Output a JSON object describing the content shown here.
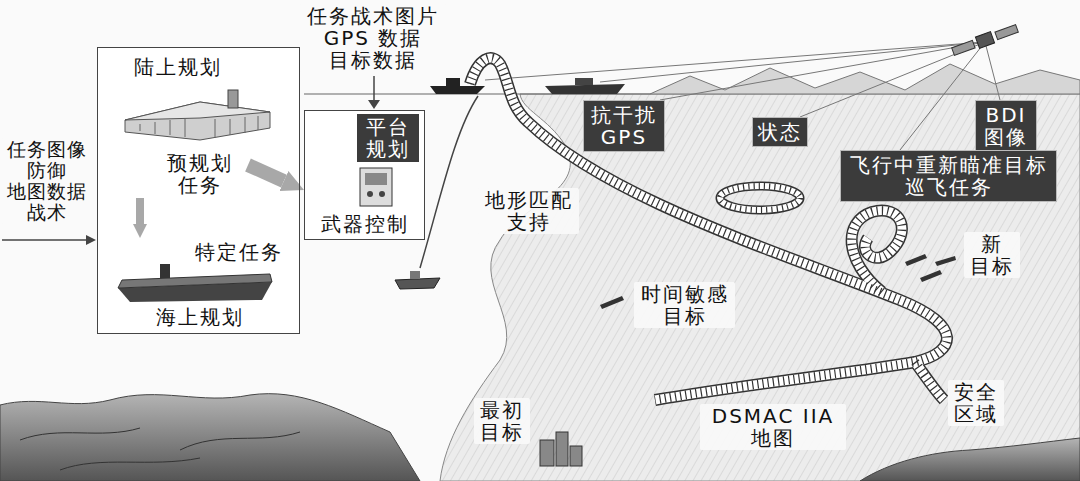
{
  "diagram": {
    "nodes": [
      {
        "text": [
          "陆上规划",
          "海上规划"
        ]
      },
      {
        "text": [
          "预规划 任务"
        ],
        "in": 0
      },
      {
        "text": [
          "特定任务"
        ],
        "in": 0
      },
      {
        "text": [
          "平台 规划",
          "武器控制"
        ]
      },
      {
        "text": [
          "抗干扰 GPS"
        ]
      },
      {
        "text": [
          "状态"
        ]
      },
      {
        "text": [
          "BDI 图像"
        ]
      },
      {
        "text": [
          "飞行中重新瞄准目标 巡飞任务"
        ]
      }
    ],
    "edges": [
      {
        "from": 1,
        "to": 2,
        "arrow": "to"
      },
      {
        "from": 1,
        "to": 3,
        "arrow": "to"
      }
    ],
    "labels": [
      "任务图像 防御 地图数据 战术",
      "任务战术图片 GPS 数据 目标数据",
      "地形匹配 支持",
      "时间敏感 目标",
      "新 目标",
      "最初 目标",
      "DSMAC IIA 地图",
      "安全 区域"
    ]
  }
}
